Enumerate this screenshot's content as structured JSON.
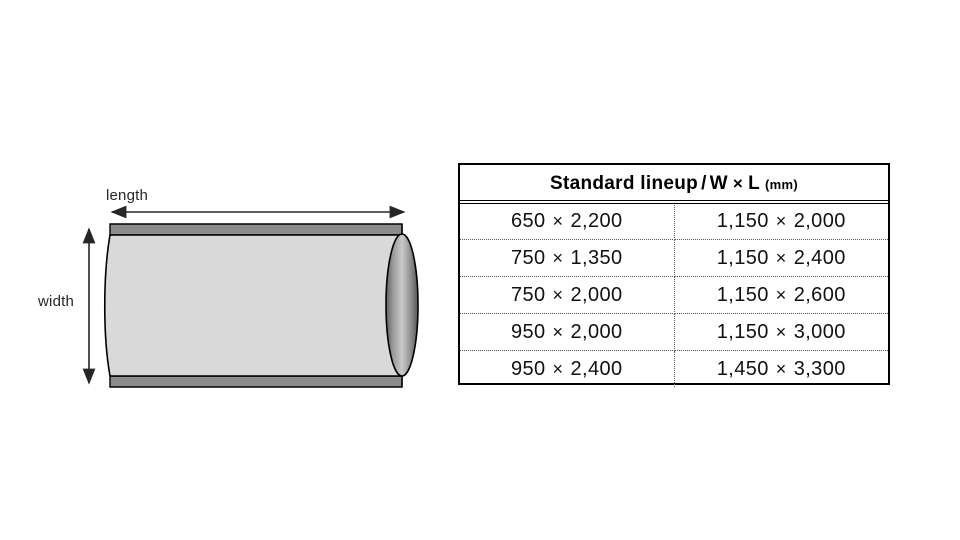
{
  "diagram": {
    "name": "cylindrical-roll-diagram",
    "length_label": "length",
    "width_label": "width",
    "body_fill": "#d9d9d9",
    "band_fill": "#8c8c8c",
    "end_cap_dark": "#6e6e6e",
    "end_cap_light": "#cccccc",
    "outline_color": "#000000",
    "arrow_color": "#262626"
  },
  "table": {
    "name": "standard-lineup-table",
    "header": {
      "title": "Standard lineup",
      "separator": "/",
      "dims": "W",
      "times": "×",
      "dims2": "L",
      "unit": "(mm)"
    },
    "times_symbol": "×",
    "rows": [
      {
        "left_w": "650",
        "left_l": "2,200",
        "right_w": "1,150",
        "right_l": "2,000"
      },
      {
        "left_w": "750",
        "left_l": "1,350",
        "right_w": "1,150",
        "right_l": "2,400"
      },
      {
        "left_w": "750",
        "left_l": "2,000",
        "right_w": "1,150",
        "right_l": "2,600"
      },
      {
        "left_w": "950",
        "left_l": "2,000",
        "right_w": "1,150",
        "right_l": "3,000"
      },
      {
        "left_w": "950",
        "left_l": "2,400",
        "right_w": "1,450",
        "right_l": "3,300"
      }
    ]
  }
}
